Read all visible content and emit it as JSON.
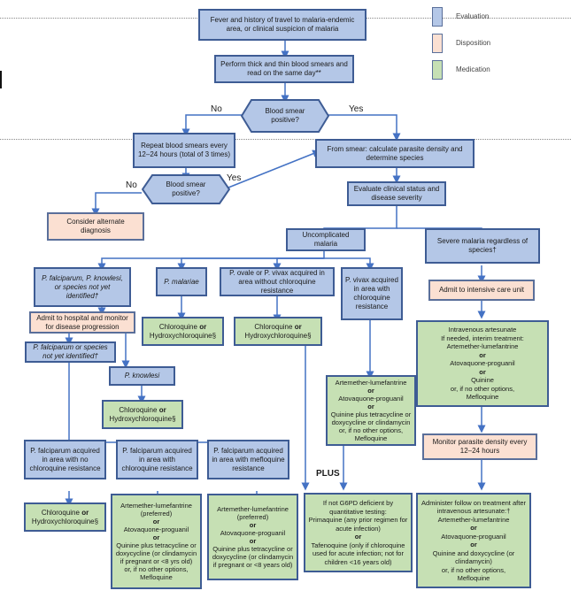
{
  "legend": [
    {
      "label": "Evaluation",
      "color": "#b4c7e7"
    },
    {
      "label": "Disposition",
      "color": "#fbe0d2"
    },
    {
      "label": "Medication",
      "color": "#c6e0b4"
    }
  ],
  "nodes": {
    "start": "Fever and history of travel to malaria-endemic area, or clinical suspicion of malaria",
    "smears": "Perform thick and thin blood smears and read on the same day**",
    "decision1": "Blood smear positive?",
    "repeat": "Repeat blood smears every 12–24 hours (total of 3 times)",
    "decision2": "Blood smear positive?",
    "alternate": "Consider alternate diagnosis",
    "from_smear": "From smear: calculate parasite density and determine species",
    "evaluate": "Evaluate clinical status and disease severity",
    "uncomplicated": "Uncomplicated malaria",
    "severe": "Severe malaria regardless of species†",
    "icu": "Admit to intensive care unit",
    "pf_pk": "P. falciparum, P. knowlesi, or species not yet identified†",
    "pm": "P. malariae",
    "po_pv": "P. ovale or P. vivax acquired in area without chloroquine resistance",
    "pv_res": "P. vivax acquired in area with chloroquine resistance",
    "admit_hospital": "Admit to hospital and monitor for disease progression",
    "pf_not_id": "P. falciparum or species not yet identified†",
    "pk": "P. knowlesi",
    "pf_no_cq": "P. falciparum acquired in area with no chloroquine resistance",
    "pf_cq": "P. falciparum acquired in area with chloroquine resistance",
    "pf_mq": "P. falciparum acquired in area with mefloquine resistance",
    "monitor": "Monitor parasite density every 12–24 hours"
  },
  "meds": {
    "cq_hcq": {
      "a": "Chloroquine",
      "or": "or",
      "b": "Hydroxychloroquine§"
    },
    "pv_res_tx": [
      "Artemether-lumefantrine",
      "or",
      "Atovaquone-proguanil",
      "or",
      "Quinine plus tetracycline or doxycycline or clindamycin",
      "or, if no other options,",
      "Mefloquine"
    ],
    "iv": [
      "Intravenous artesunate",
      "If needed, interim treatment:",
      "Artemether-lumefantrine",
      "or",
      "Atovaquone-proguanil",
      "or",
      "Quinine",
      "or, if no other options,",
      "Mefloquine"
    ],
    "pf_cq_tx": [
      "Artemether-lumefantrine (preferred)",
      "or",
      "Atovaquone-proguanil",
      "or",
      "Quinine plus tetracycline or doxycycline (or clindamycin if pregnant or <8 yrs old)",
      "or, if no other options,",
      "Mefloquine"
    ],
    "pf_mq_tx": [
      "Artemether-lumefantrine (preferred)",
      "or",
      "Atovaquone-proguanil",
      "or",
      "Quinine plus tetracycline or doxycycline (or clindamycin if pregnant or <8 years old)"
    ],
    "g6pd": [
      "If not G6PD deficient by quantitative testing:",
      "Primaquine (any prior regimen for acute infection)",
      "or",
      "Tafenoquine (only if chloroquine used for acute infection; not for children <16 years old)"
    ],
    "followon": [
      "Administer follow on treatment after intravenous artesunate:†",
      "Artemether-lumefantrine",
      "or",
      "Atovaquone-proguanil",
      "or",
      "Quinine and doxycycline (or clindamycin)",
      "or, if no other options,",
      "Mefloquine"
    ]
  },
  "labels": {
    "no": "No",
    "yes": "Yes",
    "plus": "PLUS"
  }
}
